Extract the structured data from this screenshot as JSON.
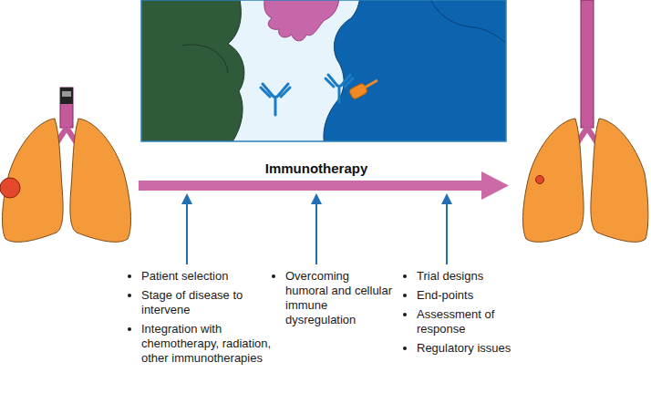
{
  "diagram": {
    "labels": [
      "Immunotherapy",
      "Patient selection",
      "Stage of disease to intervene",
      "Integration with chemotherapy, radiation, other immunotherapies",
      "Overcoming humoral and cellular immune dysregulation",
      "Trial designs",
      "End-points",
      "Assessment of response",
      "Regulatory issues"
    ]
  }
}
